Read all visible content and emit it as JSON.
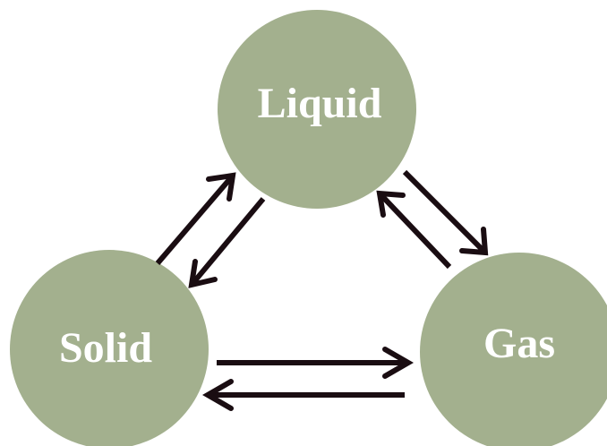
{
  "diagram": {
    "nodes": {
      "liquid": {
        "label": "Liquid"
      },
      "solid": {
        "label": "Solid"
      },
      "gas": {
        "label": "Gas"
      }
    },
    "edges": [
      {
        "from": "solid",
        "to": "liquid"
      },
      {
        "from": "liquid",
        "to": "solid"
      },
      {
        "from": "liquid",
        "to": "gas"
      },
      {
        "from": "gas",
        "to": "liquid"
      },
      {
        "from": "solid",
        "to": "gas"
      },
      {
        "from": "gas",
        "to": "solid"
      }
    ]
  },
  "colors": {
    "node_fill": "#a3b08e",
    "label": "#ffffff",
    "arrow": "#1a0d12"
  }
}
